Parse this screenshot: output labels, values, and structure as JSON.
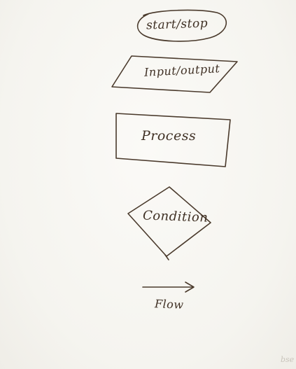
{
  "diagram": {
    "shapes": [
      {
        "id": "terminator",
        "shape": "ellipse",
        "label": "start/stop"
      },
      {
        "id": "io",
        "shape": "parallelogram",
        "label": "Input/output"
      },
      {
        "id": "process",
        "shape": "rectangle",
        "label": "Process"
      },
      {
        "id": "decision",
        "shape": "diamond",
        "label": "Condition"
      },
      {
        "id": "flow",
        "shape": "arrow",
        "label": "Flow"
      }
    ],
    "corner_mark": "bse",
    "colors": {
      "ink": "#4a3a2c",
      "board": "#f7f6f2"
    }
  }
}
